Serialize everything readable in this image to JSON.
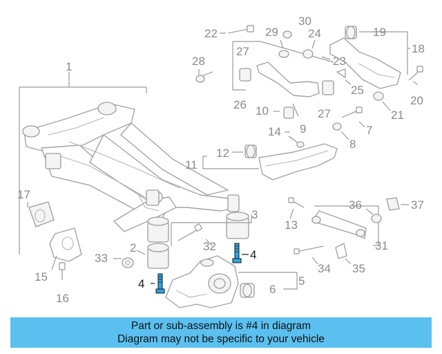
{
  "callouts": [
    "1",
    "2",
    "3",
    "4",
    "4",
    "5",
    "6",
    "7",
    "8",
    "9",
    "10",
    "11",
    "12",
    "13",
    "14",
    "15",
    "16",
    "17",
    "18",
    "19",
    "20",
    "21",
    "22",
    "23",
    "24",
    "25",
    "26",
    "27",
    "27",
    "28",
    "29",
    "30",
    "31",
    "32",
    "33",
    "34",
    "35",
    "36",
    "37"
  ],
  "highlighted_part": "4",
  "banner": {
    "line1": "Part or sub-assembly is #4 in diagram",
    "line2": "Diagram may not be specific to your vehicle"
  },
  "colors": {
    "banner_bg": "#5bc0f0",
    "part_stroke": "#a3a3a3",
    "label_gray": "#8a8a8a",
    "highlight_blue": "#2aa6e0"
  }
}
